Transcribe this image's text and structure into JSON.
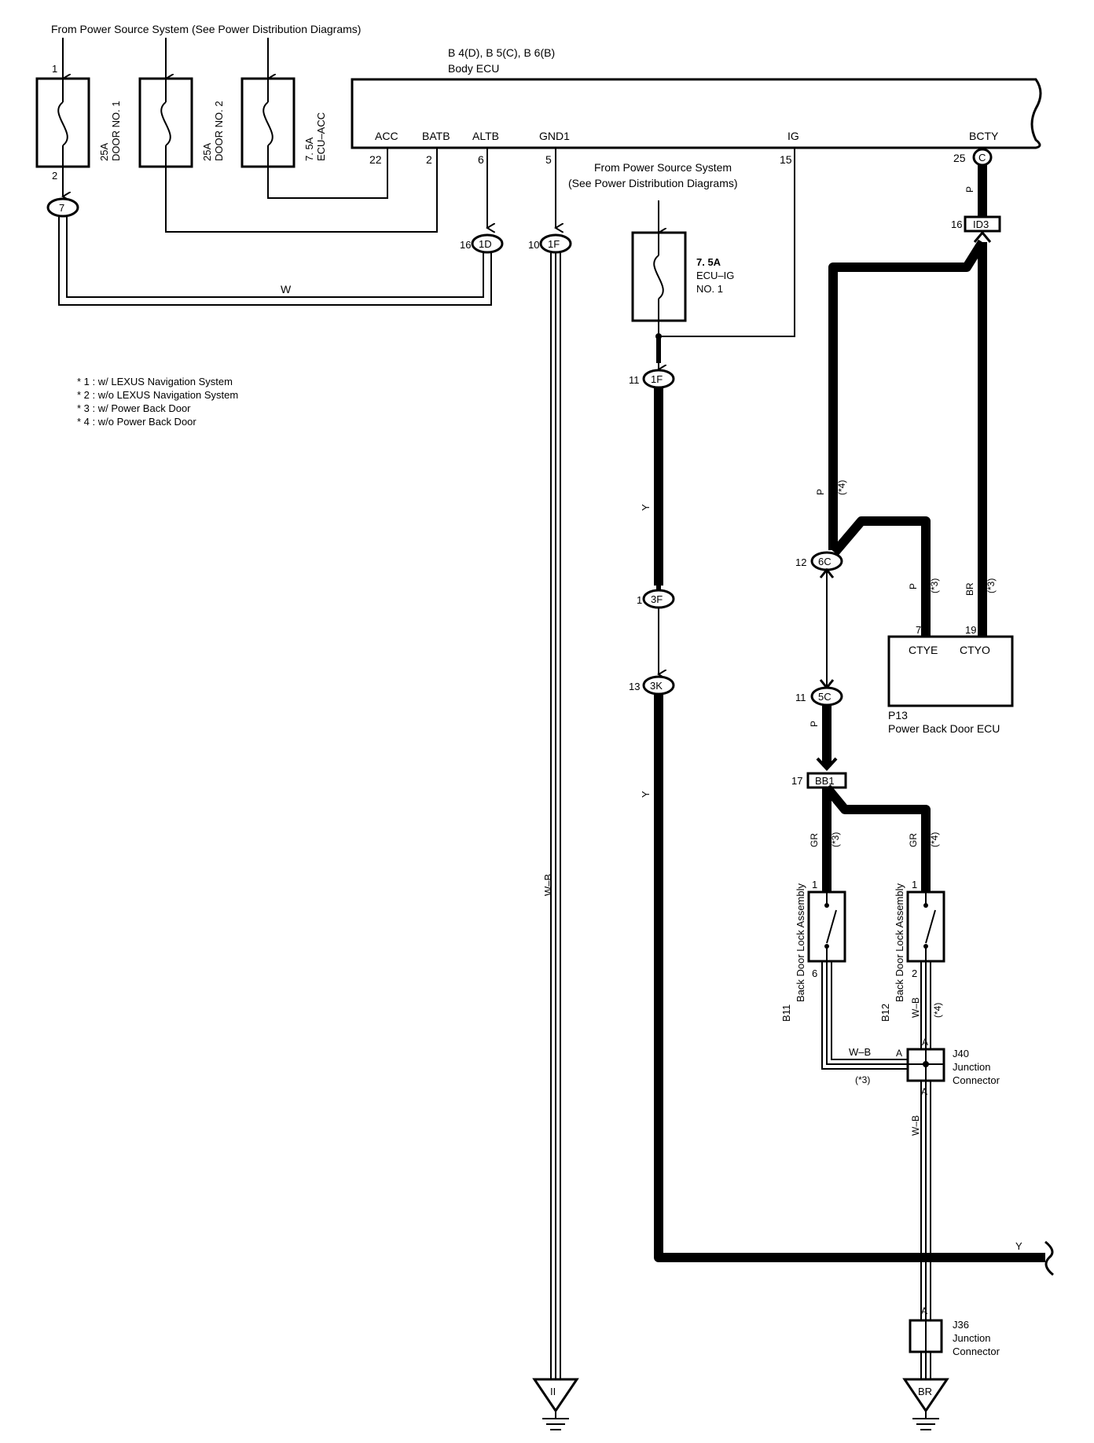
{
  "header": {
    "source_note": "From Power Source System (See Power Distribution Diagrams)",
    "body_ecu_ids": "B 4(D), B 5(C), B 6(B)",
    "body_ecu_name": "Body ECU"
  },
  "fuses": {
    "door1": {
      "amp": "25A",
      "name": "DOOR NO. 1"
    },
    "door2": {
      "amp": "25A",
      "name": "DOOR NO. 2"
    },
    "ecu_acc": {
      "amp": "7. 5A",
      "name": "ECU–ACC"
    },
    "ecu_ig": {
      "amp": "7. 5A",
      "line2": "ECU–IG",
      "line3": "NO. 1"
    }
  },
  "ecu_pins": {
    "acc": {
      "name": "ACC",
      "num": "22"
    },
    "batb": {
      "name": "BATB",
      "num": "2"
    },
    "altb": {
      "name": "ALTB",
      "num": "6"
    },
    "gnd1": {
      "name": "GND1",
      "num": "5"
    },
    "ig": {
      "name": "IG",
      "num": "15"
    },
    "bcty": {
      "name": "BCTY",
      "num": "25",
      "conn": "C"
    }
  },
  "pin_numbers": {
    "fuse1_in": "1",
    "fuse1_out": "2",
    "n16_1d": "16",
    "n10_1f": "10",
    "n11_1f": "11",
    "n1_3f": "1",
    "n13_3k": "13",
    "n16_id3": "16",
    "n12_6c": "12",
    "n11_5c": "11",
    "n17_bb1": "17",
    "n7_ctye": "7",
    "n19_ctyo": "19",
    "b11_1": "1",
    "b11_6": "6",
    "b12_1": "1",
    "b12_2": "2"
  },
  "connectors": {
    "c7": "7",
    "c1d": "1D",
    "c1f_top": "1F",
    "c1f": "1F",
    "c3f": "3F",
    "c3k": "3K",
    "cid3": "ID3",
    "c6c": "6C",
    "c5c": "5C",
    "cbb1": "BB1"
  },
  "wire_colors": {
    "w": "W",
    "y1": "Y",
    "y2": "Y",
    "y3": "Y",
    "wb_left": "W–B",
    "p_bcty": "P",
    "p4_top": "P",
    "p4_note": "(*4)",
    "p3": "P",
    "p3_note": "(*3)",
    "br3": "BR",
    "br3_note": "(*3)",
    "p_5c": "P",
    "gr3": "GR",
    "gr3_note": "(*3)",
    "gr4": "GR",
    "gr4_note": "(*4)",
    "wb_b12": "W–B",
    "wb_b12_note": "(*4)",
    "wb_j40": "W–B",
    "wb_j40_note": "(*3)",
    "wb_j40_down": "W–B"
  },
  "notes": [
    "* 1 : w/ LEXUS Navigation System",
    "* 2 : w/o LEXUS Navigation System",
    "* 3 : w/ Power Back Door",
    "* 4 : w/o Power Back Door"
  ],
  "p13": {
    "ctye": "CTYE",
    "ctyo": "CTYO",
    "id": "P13",
    "name": "Power Back Door ECU"
  },
  "b11": {
    "id": "B11",
    "name": "Back Door Lock Assembly"
  },
  "b12": {
    "id": "B12",
    "name": "Back Door Lock Assembly"
  },
  "j40": {
    "id": "J40",
    "line2": "Junction",
    "line3": "Connector",
    "a1": "A",
    "a2": "A",
    "a3": "A"
  },
  "j36": {
    "id": "J36",
    "line2": "Junction",
    "line3": "Connector",
    "a": "A"
  },
  "grounds": {
    "left": "II",
    "right": "BR"
  }
}
